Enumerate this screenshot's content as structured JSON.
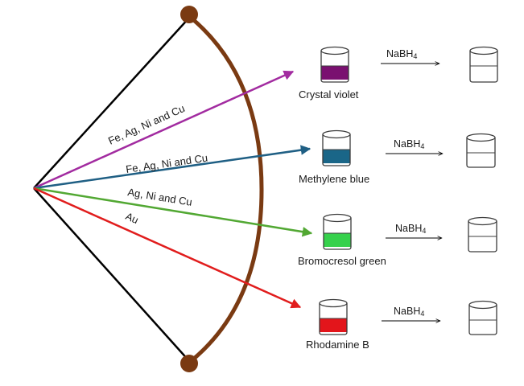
{
  "colors": {
    "bow_frame": "#000000",
    "bow_string": "#7a3a12",
    "bow_knob": "#7a3a12"
  },
  "arrows": [
    {
      "label": "Fe, Ag, Ni and Cu",
      "color": "#a22ba0"
    },
    {
      "label": "Fe, Ag, Ni and Cu",
      "color": "#1f5f84"
    },
    {
      "label": "Ag, Ni and Cu",
      "color": "#52a833"
    },
    {
      "label": "Au",
      "color": "#e11d1d"
    }
  ],
  "dyes": [
    {
      "name": "Crystal violet",
      "color": "#7a1070"
    },
    {
      "name": "Methylene blue",
      "color": "#1a6688"
    },
    {
      "name": "Bromocresol green",
      "color": "#36d14c"
    },
    {
      "name": "Rhodamine B",
      "color": "#e3151b"
    }
  ],
  "reaction": {
    "reagent_main": "NaBH",
    "reagent_sub": "4"
  }
}
